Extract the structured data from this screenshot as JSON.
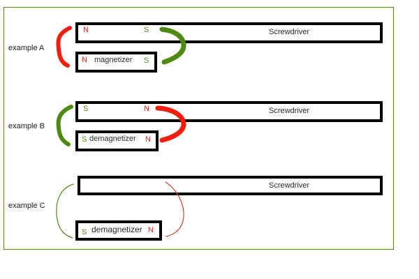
{
  "diagram": {
    "title_colors": {
      "north_pole": "#F02010",
      "south_pole": "#4F8A10",
      "frame_border": "#4F8A10",
      "bar_outline": "#000000",
      "text": "#2a2a2a"
    },
    "examples": [
      {
        "label": "example A",
        "screwdriver": {
          "name": "Screwdriver",
          "left_pole": "N",
          "right_pole": "S"
        },
        "device": {
          "name": "magnetizer",
          "left_pole": "N",
          "right_pole": "S"
        },
        "left_arc_color": "#F02010",
        "right_arc_color": "#4F8A10",
        "arc_style": "thick"
      },
      {
        "label": "example B",
        "screwdriver": {
          "name": "Screwdriver",
          "left_pole": "S",
          "right_pole": "N"
        },
        "device": {
          "name": "demagnetizer",
          "left_pole": "S",
          "right_pole": "N"
        },
        "left_arc_color": "#4F8A10",
        "right_arc_color": "#F02010",
        "arc_style": "thick"
      },
      {
        "label": "example C",
        "screwdriver": {
          "name": "Screwdriver",
          "left_pole": "",
          "right_pole": ""
        },
        "device": {
          "name": "demagnetizer",
          "left_pole": "S",
          "right_pole": "N"
        },
        "left_arc_color": "#4F8A10",
        "right_arc_color": "#D04020",
        "arc_style": "thin"
      }
    ]
  }
}
